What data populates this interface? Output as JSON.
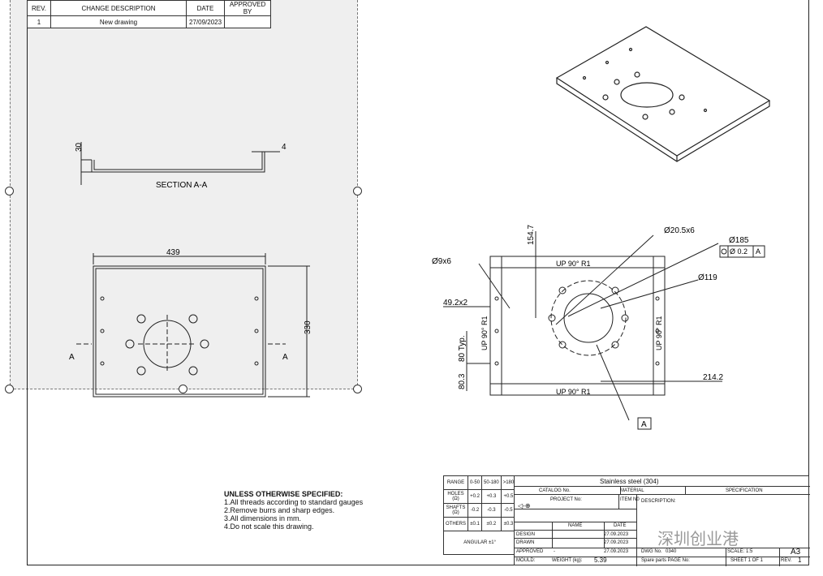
{
  "revision_table": {
    "headers": [
      "REV.",
      "CHANGE DESCRIPTION",
      "DATE",
      "APPROVED BY"
    ],
    "rows": [
      [
        "1",
        "New drawing",
        "27/09/2023",
        ""
      ]
    ]
  },
  "section_view": {
    "label": "SECTION A-A",
    "dim_height": "30",
    "dim_thickness": "4"
  },
  "top_view": {
    "dim_width": "439",
    "dim_height": "330",
    "section_mark": "A"
  },
  "detail_view": {
    "bend_top": "UP 90° R1",
    "bend_bottom": "UP 90° R1",
    "bend_left": "UP 90° R1",
    "bend_right": "UP 90° R1",
    "dim_154": "154.7",
    "dim_holes_small": "Ø9x6",
    "dim_holes_large": "Ø20.5x6",
    "dim_bolt_circle": "Ø185",
    "dim_center": "Ø119",
    "dim_49": "49.2x2",
    "dim_80": "80 Typ.",
    "dim_80_3": "80.3",
    "dim_214": "214.2",
    "gdt_tolerance": "Ø 0.2",
    "datum": "A"
  },
  "notes": {
    "header": "UNLESS OTHERWISE SPECIFIED:",
    "items": [
      "1.All threads according to standard gauges",
      "2.Remove burrs and sharp edges.",
      "3.All dimensions in mm.",
      "4.Do not scale this drawing."
    ]
  },
  "tolerance_table": {
    "headers": [
      "RANGE",
      "0-50",
      "50-180",
      ">180"
    ],
    "rows": [
      [
        "HOLES (Ω)",
        "+0.2",
        "+0.3",
        "+0.5"
      ],
      [
        "SHAFTS (Ω)",
        "-0.2",
        "-0.3",
        "-0.5"
      ],
      [
        "OTHERS",
        "±0.1",
        "±0.2",
        "±0.3"
      ]
    ],
    "angular": "ANGULAR ±1°"
  },
  "title_block": {
    "material": "Stainless steel (304)",
    "catalog_no": "CATALOG No.",
    "material_label": "MATERIAL",
    "specification": "SPECIFICATION",
    "project_no": "PROJECT No:",
    "item_no": "ITEM N0",
    "description": "DESCRIPTION:",
    "name_col": "NAME",
    "date_col": "DATE",
    "design": "DESIGN",
    "drawn": "DRAWN",
    "approved": "APPROVED",
    "design_date": "27.09.2023",
    "drawn_date": "27.09.2023",
    "approved_date": "27.09.2023",
    "approved_name": "-",
    "dwg_no_label": "DWG No.",
    "dwg_no": "0340",
    "scale": "SCALE: 1:5",
    "size": "A3",
    "mould": "MOULD:",
    "weight_label": "WEIGHT (kg):",
    "weight": "5.39",
    "spare_parts": "Spare parts PAGE No:",
    "sheet": "SHEET 1 OF 1",
    "rev_label": "REV.",
    "rev": "1"
  },
  "watermark": "深圳创业港"
}
